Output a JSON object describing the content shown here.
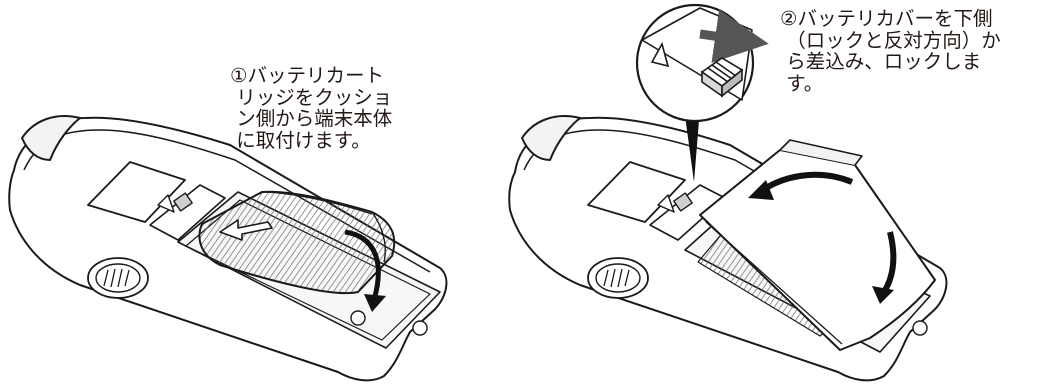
{
  "steps": [
    {
      "number": "①",
      "caption": "①バッテリカート\n リッジをクッショ\n ン側から端末本体\n に取付けます。"
    },
    {
      "number": "②",
      "caption": "②バッテリカバーを下側\n （ロックと反対方向）か\n ら差込み、ロックしま\n す。"
    }
  ]
}
